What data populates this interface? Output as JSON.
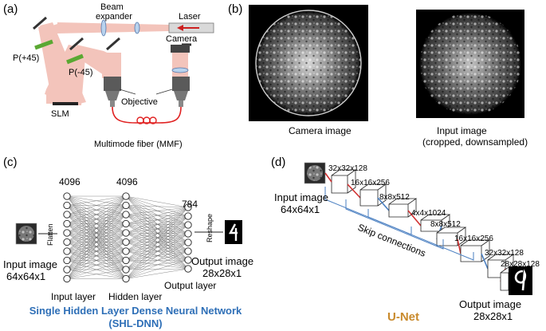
{
  "panel_a": {
    "label": "(a)",
    "beam_expander": [
      "Beam",
      "expander"
    ],
    "laser": "Laser",
    "camera": "Camera",
    "p_plus": "P(+45)",
    "p_minus": "P(-45)",
    "slm": "SLM",
    "objective": "Objective",
    "mmf": "Multimode fiber (MMF)"
  },
  "panel_b": {
    "label": "(b)",
    "camera_image": "Camera image",
    "input_image": [
      "Input image",
      "(cropped, downsampled)"
    ]
  },
  "panel_c": {
    "label": "(c)",
    "size_input": "4096",
    "size_hidden": "4096",
    "size_output": "784",
    "flatten": "Flatten",
    "reshape": "Reshape",
    "input_image": [
      "Input image",
      "64x64x1"
    ],
    "output_image": [
      "Output image",
      "28x28x1"
    ],
    "input_layer": "Input layer",
    "hidden_layer": "Hidden layer",
    "output_layer": "Output layer",
    "title": [
      "Single Hidden Layer Dense Neural Network",
      "(SHL-DNN)"
    ],
    "title_color": "#2e6fb7"
  },
  "panel_d": {
    "label": "(d)",
    "input_image": [
      "Input image",
      "64x64x1"
    ],
    "output_image": [
      "Output image",
      "28x28x1"
    ],
    "skip": "Skip connections",
    "title": "U-Net",
    "title_color": "#c98a2c",
    "layers": [
      "32x32x128",
      "16x16x256",
      "8x8x512",
      "4x4x1024",
      "8x8x512",
      "16x16x256",
      "32x32x128",
      "28x28x128"
    ]
  },
  "colors": {
    "beam": "#f3c4bb",
    "fiber": "#e02020",
    "polarizer": "#5aa832",
    "lens": "#b9d3ee",
    "arrow": "#cc2020",
    "conn_blue": "#4a7fc1",
    "conn_red": "#d03030"
  }
}
